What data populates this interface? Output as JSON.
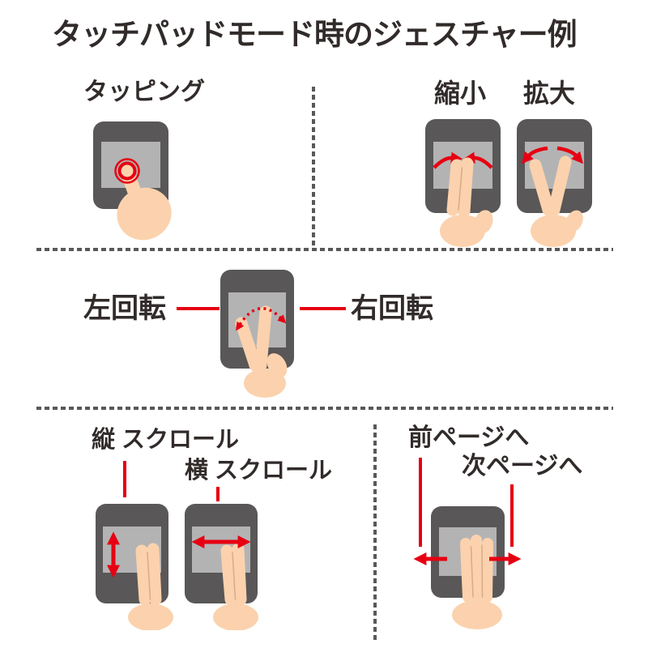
{
  "title": "タッチパッドモード時のジェスチャー例",
  "colors": {
    "red": "#e60012",
    "pad_dark": "#595757",
    "pad_light": "#b3b3b4",
    "skin": "#fbd2ad",
    "seam": "#d8ab85",
    "text": "#312b2a",
    "divider": "#595757"
  },
  "sections": {
    "tapping": {
      "label": "タッピング"
    },
    "pinch": {
      "zoom_out_label": "縮小",
      "zoom_in_label": "拡大"
    },
    "rotate": {
      "left_label": "左回転",
      "right_label": "右回転"
    },
    "scroll": {
      "vertical_label": "縦 スクロール",
      "horizontal_label": "横 スクロール"
    },
    "page": {
      "prev_label": "前ページへ",
      "next_label": "次ページへ"
    }
  }
}
